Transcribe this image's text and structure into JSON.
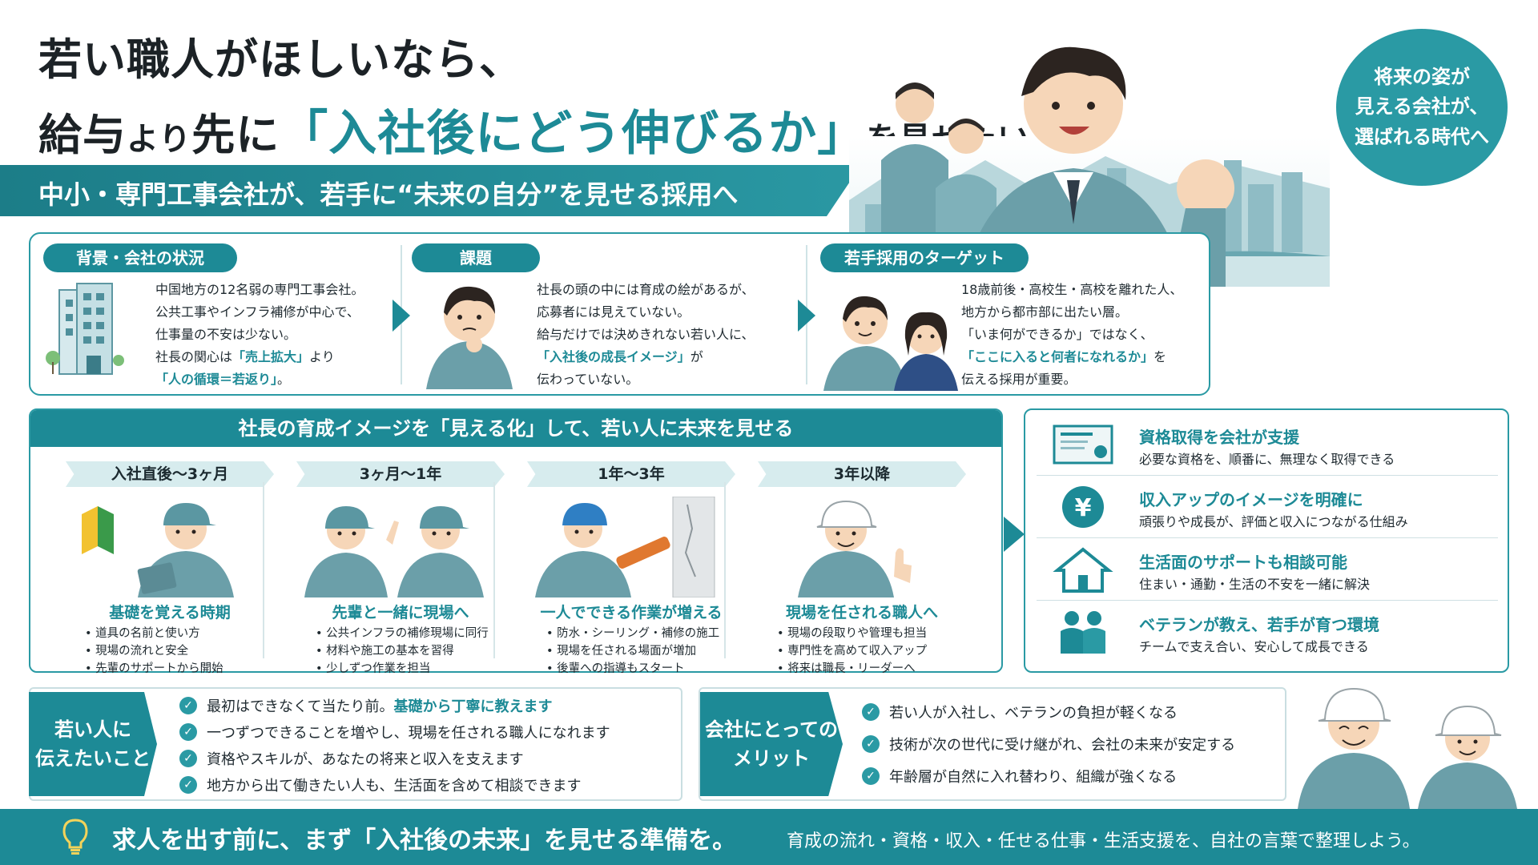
{
  "header": {
    "title_line1": "若い職人がほしいなら、",
    "title_line2_a": "給与",
    "title_line2_b": "より",
    "title_line2_c": "先に",
    "title_line2_highlight": "「入社後にどう伸びるか」",
    "title_line2_d": "を見せたい",
    "subtitle": "中小・専門工事会社が、若手に“未来の自分”を見せる採用へ",
    "bubble_lines": [
      "将来の姿が",
      "見える会社が、",
      "選ばれる時代へ"
    ]
  },
  "top_row": {
    "background": {
      "label": "背景・会社の状況",
      "lines": [
        "中国地方の12名弱の専門工事会社。",
        "公共工事やインフラ補修が中心で、",
        "仕事量の不安は少ない。"
      ],
      "line4_pre": "社長の関心は",
      "line4_hl": "「売上拡大」",
      "line4_post": "より",
      "line5_hl": "「人の循環＝若返り」",
      "line5_post": "。"
    },
    "issue": {
      "label": "課題",
      "lines": [
        "社長の頭の中には育成の絵があるが、",
        "応募者には見えていない。",
        "給与だけでは決めきれない若い人に、"
      ],
      "line4_hl": "「入社後の成長イメージ」",
      "line4_post": "が",
      "line5": "伝わっていない。"
    },
    "target": {
      "label": "若手採用のターゲット",
      "lines": [
        "18歳前後・高校生・高校を離れた人、",
        "地方から都市部に出たい層。",
        "「いま何ができるか」ではなく、"
      ],
      "line4_hl": "「ここに入ると何者になれるか」",
      "line4_post": "を",
      "line5": "伝える採用が重要。"
    }
  },
  "stages": {
    "heading": "社長の育成イメージを「見える化」して、若い人に未来を見せる",
    "items": [
      {
        "period": "入社直後〜3ヶ月",
        "title": "基礎を覚える時期",
        "points": [
          "道具の名前と使い方",
          "現場の流れと安全",
          "先輩のサポートから開始"
        ]
      },
      {
        "period": "3ヶ月〜1年",
        "title": "先輩と一緒に現場へ",
        "points": [
          "公共インフラの補修現場に同行",
          "材料や施工の基本を習得",
          "少しずつ作業を担当"
        ]
      },
      {
        "period": "1年〜3年",
        "title": "一人でできる作業が増える",
        "points": [
          "防水・シーリング・補修の施工",
          "現場を任される場面が増加",
          "後輩への指導もスタート"
        ]
      },
      {
        "period": "3年以降",
        "title": "現場を任される職人へ",
        "points": [
          "現場の段取りや管理も担当",
          "専門性を高めて収入アップ",
          "将来は職長・リーダーへ"
        ]
      }
    ]
  },
  "benefits": [
    {
      "icon": "certificate-icon",
      "title": "資格取得を会社が支援",
      "desc": "必要な資格を、順番に、無理なく取得できる"
    },
    {
      "icon": "yen-icon",
      "title": "収入アップのイメージを明確に",
      "desc": "頑張りや成長が、評価と収入につながる仕組み"
    },
    {
      "icon": "house-icon",
      "title": "生活面のサポートも相談可能",
      "desc": "住まい・通勤・生活の不安を一緒に解決"
    },
    {
      "icon": "people-icon",
      "title": "ベテランが教え、若手が育つ環境",
      "desc": "チームで支え合い、安心して成長できる"
    }
  ],
  "message": {
    "tag_lines": [
      "若い人に",
      "伝えたいこと"
    ],
    "item1_pre": "最初はできなくて当たり前。",
    "item1_hl": "基礎から丁寧に教えます",
    "items": [
      "一つずつできることを増やし、現場を任される職人になれます",
      "資格やスキルが、あなたの将来と収入を支えます",
      "地方から出て働きたい人も、生活面を含めて相談できます"
    ]
  },
  "merit": {
    "tag_lines": [
      "会社にとっての",
      "メリット"
    ],
    "items": [
      "若い人が入社し、ベテランの負担が軽くなる",
      "技術が次の世代に受け継がれ、会社の未来が安定する",
      "年齢層が自然に入れ替わり、組織が強くなる"
    ]
  },
  "footer": {
    "main": "求人を出す前に、まず「入社後の未来」を見せる準備を。",
    "sub": "育成の流れ・資格・収入・任せる仕事・生活支援を、自社の言葉で整理しよう。"
  },
  "colors": {
    "accent": "#1d8a96",
    "accent_light": "#d7ecee",
    "text": "#1f2a30"
  }
}
